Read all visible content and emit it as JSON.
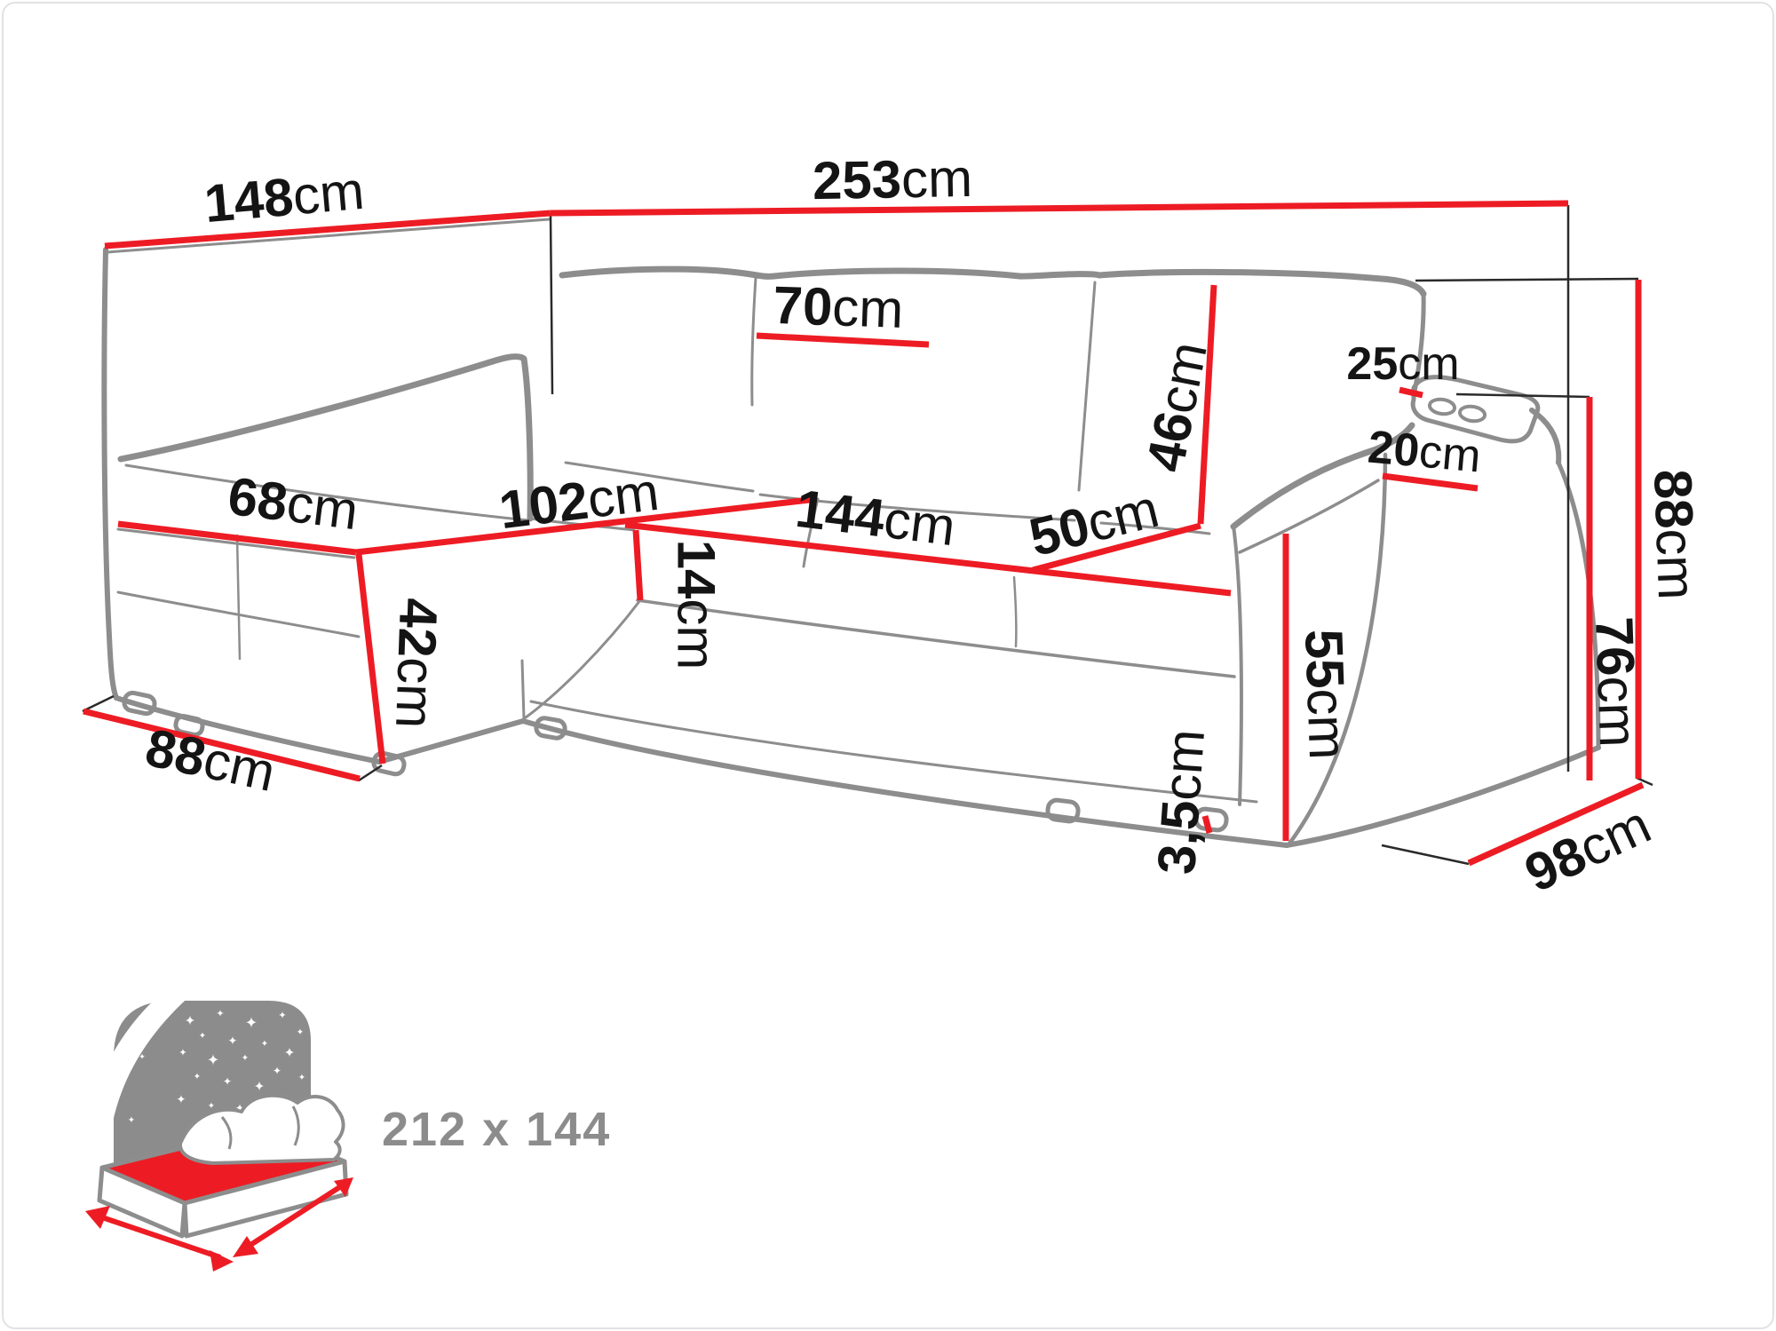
{
  "figure": {
    "type": "corner-sofa dimension diagram",
    "units": "cm"
  },
  "colors": {
    "dimension_line_red": "#ed1c24",
    "outline_gray": "#8d8d8d",
    "label_black": "#141414",
    "icon_gray": "#8c8c8c"
  },
  "icons": {
    "star": "✦"
  },
  "dimensions": {
    "back_left_width": {
      "value": "148",
      "unit": "cm"
    },
    "back_total_width": {
      "value": "253",
      "unit": "cm"
    },
    "back_cushion_width": {
      "value": "70",
      "unit": "cm"
    },
    "back_cushion_height": {
      "value": "46",
      "unit": "cm"
    },
    "headrest_shelf_width": {
      "value": "25",
      "unit": "cm"
    },
    "armrest_top_width": {
      "value": "20",
      "unit": "cm"
    },
    "total_height": {
      "value": "88",
      "unit": "cm"
    },
    "armrest_height": {
      "value": "76",
      "unit": "cm"
    },
    "corner_seat_width": {
      "value": "68",
      "unit": "cm"
    },
    "corner_seat_length": {
      "value": "102",
      "unit": "cm"
    },
    "seat_length": {
      "value": "144",
      "unit": "cm"
    },
    "seat_depth": {
      "value": "50",
      "unit": "cm"
    },
    "seat_cushion_height": {
      "value": "14",
      "unit": "cm"
    },
    "seat_height": {
      "value": "42",
      "unit": "cm"
    },
    "corner_depth": {
      "value": "88",
      "unit": "cm"
    },
    "base_height": {
      "value": "55",
      "unit": "cm"
    },
    "leg_height": {
      "value": "3,5",
      "unit": "cm"
    },
    "side_depth": {
      "value": "98",
      "unit": "cm"
    }
  },
  "sleeping_area": {
    "label": "212 x 144"
  }
}
